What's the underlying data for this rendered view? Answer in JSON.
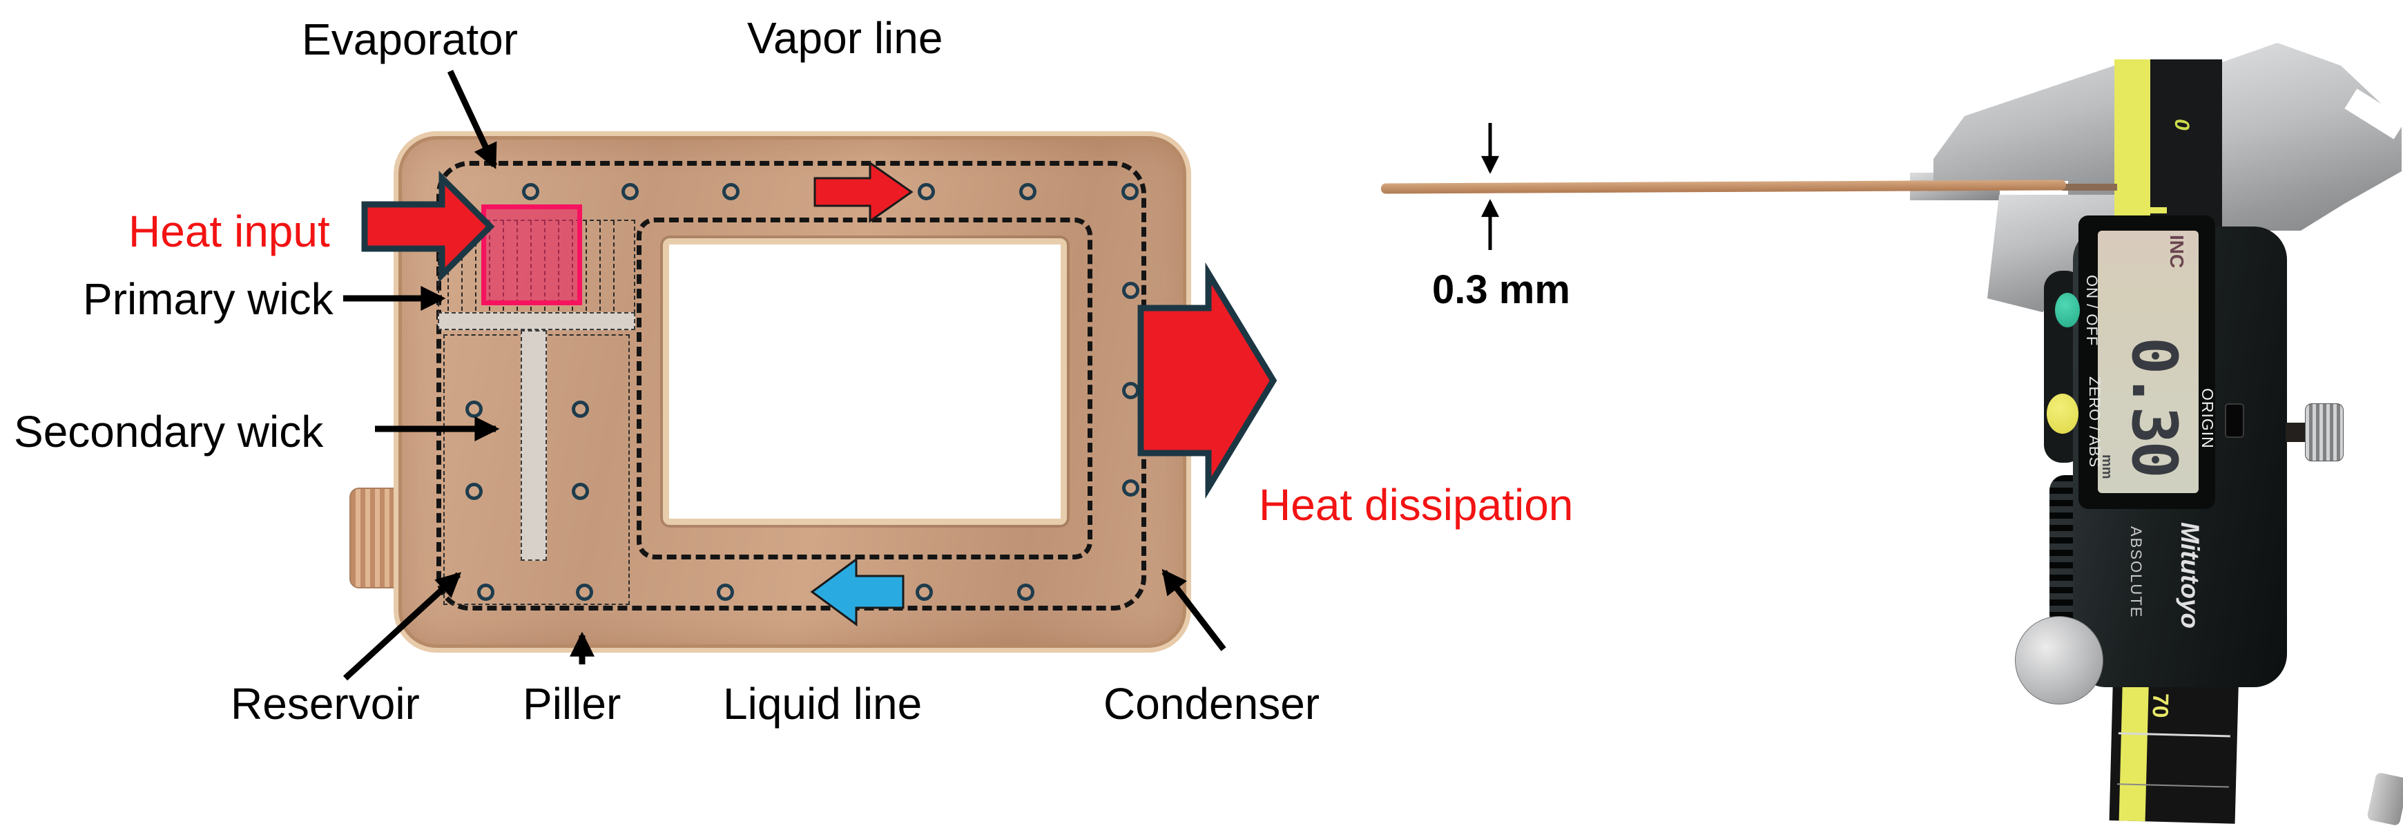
{
  "panel_diagram": {
    "labels": {
      "evaporator": "Evaporator",
      "vapor_line": "Vapor line",
      "heat_input": "Heat input",
      "primary_wick": "Primary wick",
      "secondary_wick": "Secondary wick",
      "reservoir": "Reservoir",
      "piller": "Piller",
      "liquid_line": "Liquid line",
      "condenser": "Condenser",
      "heat_dissipation": "Heat dissipation"
    },
    "flow_directions": {
      "vapor_arrow": "right",
      "liquid_arrow": "left",
      "heat_input_arrow": "right",
      "heat_dissipation_arrow": "right"
    },
    "colors": {
      "copper": "#c79d7f",
      "heat_red": "#ed1c24",
      "liquid_blue": "#29abe2",
      "heater_pink": "#f7125f",
      "arrow_outline_navy": "#1c3744"
    },
    "pillars": {
      "top_row_y": 277,
      "top_row_x": [
        768,
        912,
        1058,
        1204,
        1341,
        1488,
        1636
      ],
      "right_col_x": 1637,
      "right_col_y": [
        420,
        565,
        706
      ],
      "bottom_row_y": 857,
      "bottom_row_x": [
        703,
        846,
        1050,
        1338,
        1485
      ],
      "reservoir": [
        [
          686,
          592
        ],
        [
          840,
          592
        ],
        [
          686,
          711
        ],
        [
          840,
          711
        ]
      ]
    }
  },
  "panel_caliper": {
    "thickness_label": "0.3 mm",
    "display_value": "0.30",
    "display_mode": "INC",
    "display_unit": "mm",
    "origin_label": "ORIGIN",
    "on_off_label": "ON / OFF",
    "zero_abs_label": "ZERO / ABS",
    "brand": "Mitutoyo",
    "series": "ABSOLUTE",
    "scale_marks": [
      "0",
      "70"
    ],
    "colors": {
      "beam_yellow": "#e6e95e",
      "lcd_screen": "#d2cec0",
      "button_teal": "#35c6a2",
      "button_yellow": "#e9e457"
    }
  }
}
